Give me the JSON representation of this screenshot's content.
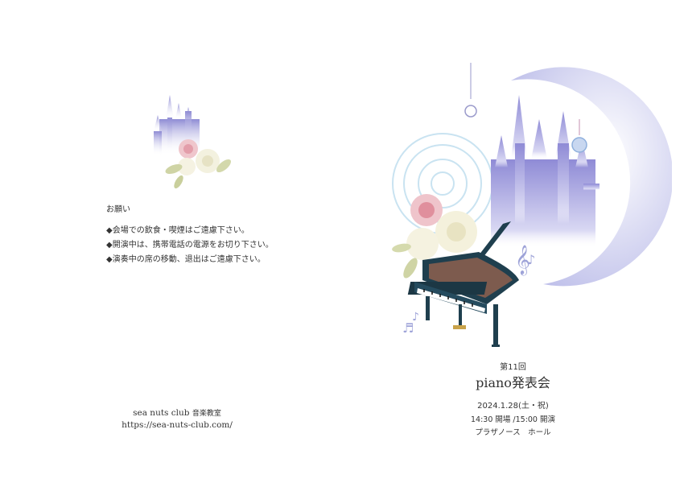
{
  "left_page": {
    "notice_title": "お願い",
    "notices": [
      "◆会場での飲食・喫煙はご遠慮下さい。",
      "◆開演中は、携帯電話の電源をお切り下さい。",
      "◆演奏中の席の移動、退出はご遠慮下さい。"
    ],
    "club_name": "sea nuts club",
    "club_suffix": "音楽教室",
    "club_url": "https://sea-nuts-club.com/"
  },
  "right_page": {
    "edition": "第11回",
    "title": "piano発表会",
    "date": "2024.1.28(土・祝)",
    "time": "14:30 開場 /15:00 開演",
    "venue": "プラザノース　ホール"
  },
  "colors": {
    "moon": "#c7c9ee",
    "castle": "#a9a6dc",
    "piano": "#1f3f4e",
    "rose": "#e8b4bc",
    "leaf": "#c9cf9c"
  }
}
